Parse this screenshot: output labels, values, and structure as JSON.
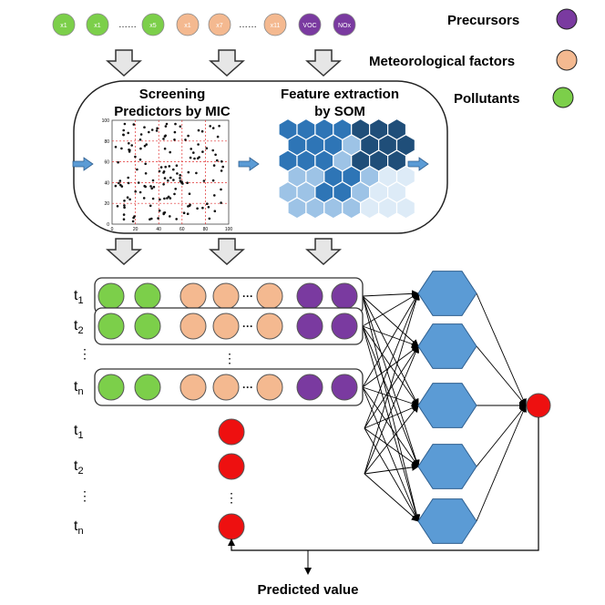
{
  "colors": {
    "pollutant": "#7ccf4a",
    "meteorological": "#f4b990",
    "precursor": "#7a3aa0",
    "predicted": "#ee1010",
    "hexagon": "#5b9bd5",
    "arrow_blue": "#5b9bd5",
    "som_dark": "#1f4e79",
    "som_mid": "#2e75b6",
    "som_light": "#9dc3e6",
    "som_pale": "#ddebf7",
    "grid_red": "#e03030"
  },
  "top_row": {
    "labels": [
      "x1",
      "x1",
      "……",
      "x5",
      "x1",
      "x7",
      "……",
      "x11",
      "VOC",
      "NOx"
    ]
  },
  "legend": {
    "precursors": "Precursors",
    "meteorological": "Meteorological factors",
    "pollutants": "Pollutants"
  },
  "stage1": {
    "title_line1": "Screening",
    "title_line2": "Predictors by MIC",
    "axis_ticks_y": [
      "0",
      "20",
      "40",
      "60",
      "80",
      "100"
    ],
    "axis_ticks_x": [
      "0",
      "20",
      "40",
      "60",
      "80",
      "100"
    ]
  },
  "stage2": {
    "title_line1": "Feature extraction",
    "title_line2": "by SOM"
  },
  "time_labels": {
    "t1": "t1",
    "t2": "t2",
    "tn": "tn",
    "t1_sub": "1",
    "t2_sub": "2",
    "tn_sub": "n",
    "t_base": "t",
    "vdots": "⋮",
    "hdots": "···"
  },
  "predicted_label": "Predicted value"
}
